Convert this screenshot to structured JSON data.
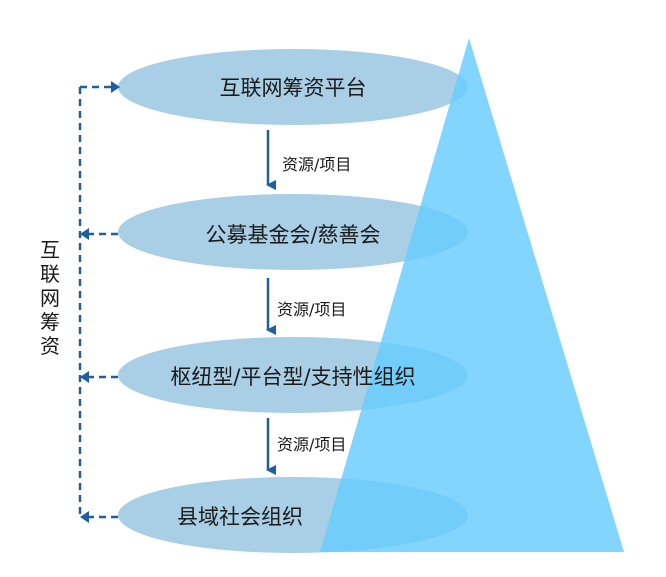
{
  "nodes": [
    {
      "id": "internet-platform",
      "label": "互联网筹资平台"
    },
    {
      "id": "foundation",
      "label": "公募基金会/慈善会"
    },
    {
      "id": "hub-org",
      "label": "枢纽型/平台型/支持性组织"
    },
    {
      "id": "county-org",
      "label": "县域社会组织"
    }
  ],
  "edges": [
    {
      "label": "资源/项目"
    },
    {
      "label": "资源/项目"
    },
    {
      "label": "资源/项目"
    }
  ],
  "side_label": {
    "chars": [
      "互",
      "联",
      "网",
      "筹",
      "资"
    ]
  },
  "colors": {
    "ellipse": "#a9cfe6",
    "triangle": "#66ccff",
    "arrow": "#1f5f9f"
  }
}
